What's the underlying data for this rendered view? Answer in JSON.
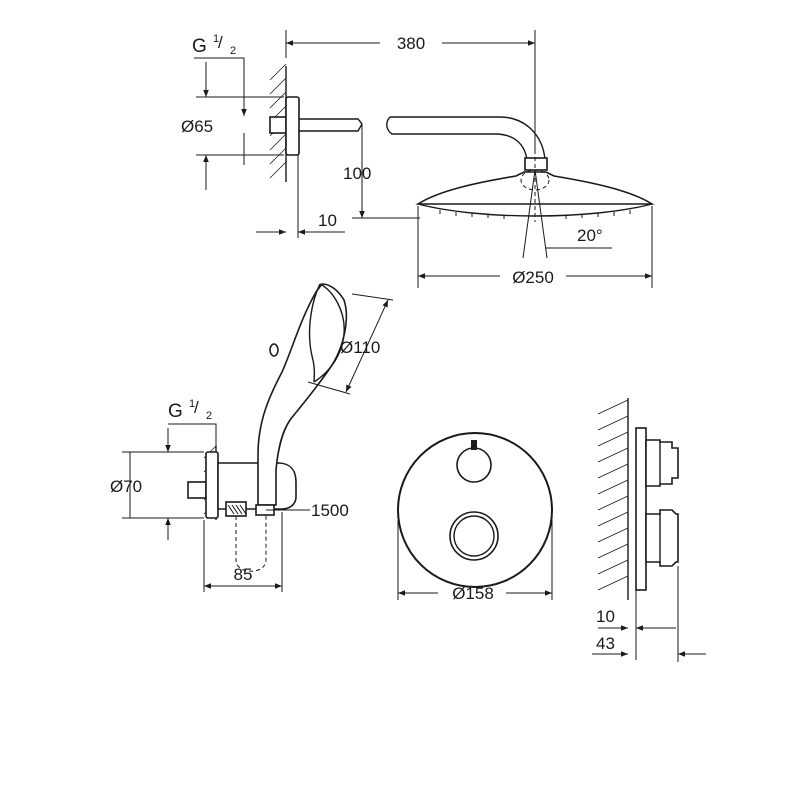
{
  "dimensions": {
    "arm_length": "380",
    "thread_top": {
      "main": "G",
      "num": "1",
      "den": "2"
    },
    "flange_top_diameter": "Ø65",
    "arm_drop": "100",
    "wall_offset_top": "10",
    "spray_angle": "20°",
    "head_diameter": "Ø250",
    "hand_shower_diameter": "Ø110",
    "thread_bottom": {
      "main": "G",
      "num": "1",
      "den": "2"
    },
    "flange_bottom_diameter": "Ø70",
    "hose_length": "1500",
    "holder_projection": "85",
    "plate_diameter": "Ø158",
    "plate_offset": "10",
    "valve_projection": "43"
  }
}
